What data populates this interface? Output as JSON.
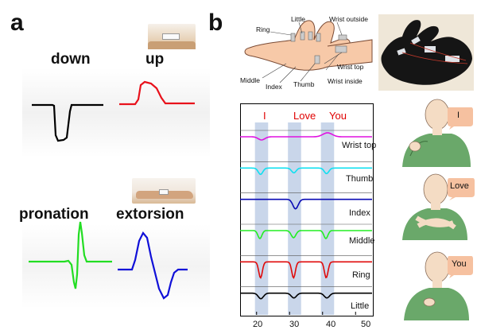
{
  "panel_a": {
    "letter": "a",
    "labels": {
      "down": "down",
      "up": "up",
      "pronation": "pronation",
      "extorsion": "extorsion"
    },
    "colors": {
      "down": "#000000",
      "up": "#e8111b",
      "pronation": "#22dd22",
      "extorsion": "#1010d8"
    }
  },
  "panel_b": {
    "letter": "b",
    "hand_labels": {
      "little": "Little",
      "ring": "Ring",
      "wrist_outside": "Wrist outside",
      "wrist_top": "Wrist top",
      "wrist_inside": "Wrist inside",
      "middle": "Middle",
      "index": "Index",
      "thumb": "Thumb"
    },
    "words": [
      "I",
      "Love",
      "You"
    ],
    "speech_bubbles": [
      "I",
      "Love",
      "You"
    ]
  },
  "chart_data": {
    "type": "line",
    "x_ticks": [
      20,
      30,
      40,
      50
    ],
    "xlim": [
      15,
      55
    ],
    "highlight_windows": [
      [
        19.5,
        23.5
      ],
      [
        29.5,
        33.5
      ],
      [
        39.5,
        43.5
      ]
    ],
    "series": [
      {
        "name": "Wrist top",
        "color": "#e010e0",
        "pulses": [
          {
            "c": 21.5,
            "a": 4,
            "w": 1.0
          },
          {
            "c": 41.5,
            "a": -5,
            "w": 1.4
          }
        ]
      },
      {
        "name": "Thumb",
        "color": "#10e0f0",
        "pulses": [
          {
            "c": 21.2,
            "a": 8,
            "w": 0.7
          },
          {
            "c": 31.3,
            "a": 6,
            "w": 0.7
          },
          {
            "c": 41.2,
            "a": 7,
            "w": 0.7
          }
        ]
      },
      {
        "name": "Index",
        "color": "#0a0ab4",
        "pulses": [
          {
            "c": 31.8,
            "a": 12,
            "w": 0.8
          }
        ]
      },
      {
        "name": "Middle",
        "color": "#22ee22",
        "pulses": [
          {
            "c": 21.0,
            "a": 10,
            "w": 0.6
          },
          {
            "c": 31.2,
            "a": 9,
            "w": 0.7
          },
          {
            "c": 41.0,
            "a": 10,
            "w": 0.6
          }
        ]
      },
      {
        "name": "Ring",
        "color": "#e00a0a",
        "pulses": [
          {
            "c": 21.2,
            "a": 20,
            "w": 0.55
          },
          {
            "c": 31.2,
            "a": 20,
            "w": 0.55
          },
          {
            "c": 41.1,
            "a": 20,
            "w": 0.55
          }
        ]
      },
      {
        "name": "Little",
        "color": "#000000",
        "pulses": [
          {
            "c": 21.3,
            "a": 7,
            "w": 0.8
          },
          {
            "c": 31.3,
            "a": 6,
            "w": 0.8
          },
          {
            "c": 41.3,
            "a": 6,
            "w": 0.8
          }
        ]
      }
    ]
  }
}
